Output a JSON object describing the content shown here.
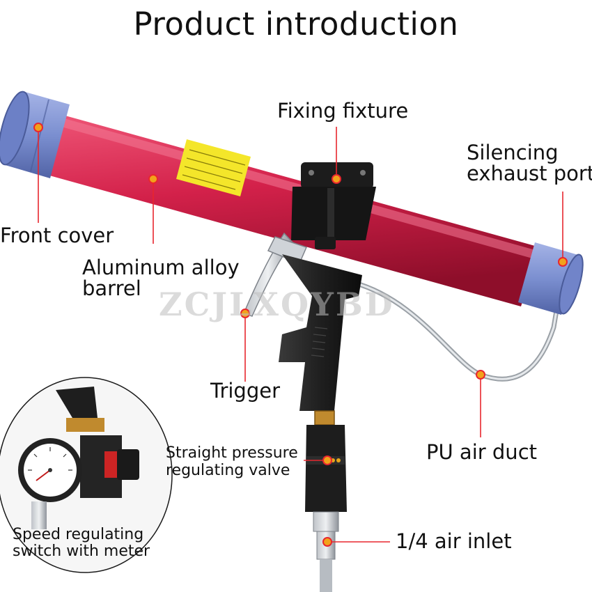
{
  "title": "Product introduction",
  "labels": {
    "fixing_fixture": "Fixing fixture",
    "silencing_line1": "Silencing",
    "silencing_line2": "exhaust port",
    "front_cover": "Front cover",
    "barrel_line1": "Aluminum alloy",
    "barrel_line2": "barrel",
    "trigger": "Trigger",
    "pu_air_duct": "PU air duct",
    "valve_line1": "Straight pressure",
    "valve_line2": "regulating valve",
    "speed_line1": "Speed regulating",
    "speed_line2": "switch with meter",
    "air_inlet": "1/4 air inlet"
  },
  "watermark": "ZCJLXQYBD",
  "colors": {
    "barrel": "#d3214a",
    "cover": "#7b8fd0",
    "grip": "#232323",
    "callout": "#e8262e",
    "marker": "#f2a21b",
    "warning_label": "#f4e62a"
  }
}
